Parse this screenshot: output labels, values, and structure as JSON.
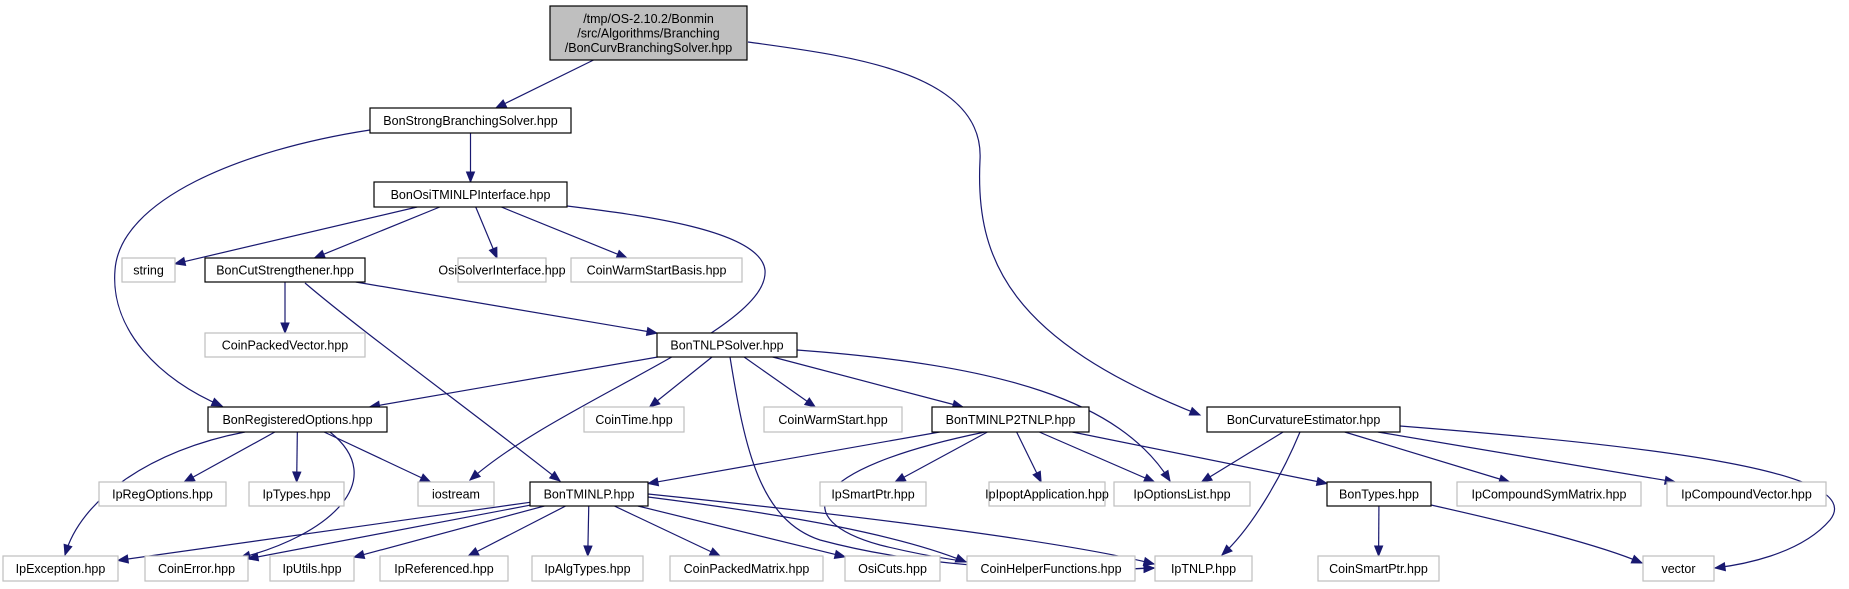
{
  "graph": {
    "colors": {
      "edge": "#191970",
      "root_fill": "#bfbfbf",
      "documented_border": "#000000",
      "external_border": "#bfbfbf"
    },
    "nodes": {
      "root": {
        "lines": [
          "/tmp/OS-2.10.2/Bonmin",
          "/src/Algorithms/Branching",
          "/BonCurvBranchingSolver.hpp"
        ],
        "kind": "root"
      },
      "strong": {
        "lines": [
          "BonStrongBranchingSolver.hpp"
        ],
        "kind": "doc"
      },
      "osi_tminlp": {
        "lines": [
          "BonOsiTMINLPInterface.hpp"
        ],
        "kind": "doc"
      },
      "string": {
        "lines": [
          "string"
        ],
        "kind": "ext"
      },
      "cut_str": {
        "lines": [
          "BonCutStrengthener.hpp"
        ],
        "kind": "doc"
      },
      "osi_solver": {
        "lines": [
          "OsiSolverInterface.hpp"
        ],
        "kind": "ext"
      },
      "cws_basis": {
        "lines": [
          "CoinWarmStartBasis.hpp"
        ],
        "kind": "ext"
      },
      "cpv": {
        "lines": [
          "CoinPackedVector.hpp"
        ],
        "kind": "ext"
      },
      "tnlp_solver": {
        "lines": [
          "BonTNLPSolver.hpp"
        ],
        "kind": "doc"
      },
      "reg_opts": {
        "lines": [
          "BonRegisteredOptions.hpp"
        ],
        "kind": "doc"
      },
      "coin_time": {
        "lines": [
          "CoinTime.hpp"
        ],
        "kind": "ext"
      },
      "cws": {
        "lines": [
          "CoinWarmStart.hpp"
        ],
        "kind": "ext"
      },
      "tminlp2tnlp": {
        "lines": [
          "BonTMINLP2TNLP.hpp"
        ],
        "kind": "doc"
      },
      "curv_est": {
        "lines": [
          "BonCurvatureEstimator.hpp"
        ],
        "kind": "doc"
      },
      "ip_reg": {
        "lines": [
          "IpRegOptions.hpp"
        ],
        "kind": "ext"
      },
      "ip_types": {
        "lines": [
          "IpTypes.hpp"
        ],
        "kind": "ext"
      },
      "iostream": {
        "lines": [
          "iostream"
        ],
        "kind": "ext"
      },
      "tminlp": {
        "lines": [
          "BonTMINLP.hpp"
        ],
        "kind": "doc"
      },
      "ip_smart": {
        "lines": [
          "IpSmartPtr.hpp"
        ],
        "kind": "ext"
      },
      "ip_ipopt": {
        "lines": [
          "IpIpoptApplication.hpp"
        ],
        "kind": "ext"
      },
      "ip_optlist": {
        "lines": [
          "IpOptionsList.hpp"
        ],
        "kind": "ext"
      },
      "bon_types": {
        "lines": [
          "BonTypes.hpp"
        ],
        "kind": "doc"
      },
      "ip_csm": {
        "lines": [
          "IpCompoundSymMatrix.hpp"
        ],
        "kind": "ext"
      },
      "ip_cv": {
        "lines": [
          "IpCompoundVector.hpp"
        ],
        "kind": "ext"
      },
      "ip_exc": {
        "lines": [
          "IpException.hpp"
        ],
        "kind": "ext"
      },
      "coin_err": {
        "lines": [
          "CoinError.hpp"
        ],
        "kind": "ext"
      },
      "ip_utils": {
        "lines": [
          "IpUtils.hpp"
        ],
        "kind": "ext"
      },
      "ip_ref": {
        "lines": [
          "IpReferenced.hpp"
        ],
        "kind": "ext"
      },
      "ip_alg": {
        "lines": [
          "IpAlgTypes.hpp"
        ],
        "kind": "ext"
      },
      "cpm": {
        "lines": [
          "CoinPackedMatrix.hpp"
        ],
        "kind": "ext"
      },
      "osi_cuts": {
        "lines": [
          "OsiCuts.hpp"
        ],
        "kind": "ext"
      },
      "chf": {
        "lines": [
          "CoinHelperFunctions.hpp"
        ],
        "kind": "ext"
      },
      "ip_tnlp": {
        "lines": [
          "IpTNLP.hpp"
        ],
        "kind": "ext"
      },
      "coin_smart": {
        "lines": [
          "CoinSmartPtr.hpp"
        ],
        "kind": "ext"
      },
      "vector": {
        "lines": [
          "vector"
        ],
        "kind": "ext"
      }
    },
    "edges": [
      [
        "root",
        "strong"
      ],
      [
        "root",
        "curv_est"
      ],
      [
        "strong",
        "osi_tminlp"
      ],
      [
        "strong",
        "reg_opts"
      ],
      [
        "osi_tminlp",
        "string"
      ],
      [
        "osi_tminlp",
        "cut_str"
      ],
      [
        "osi_tminlp",
        "osi_solver"
      ],
      [
        "osi_tminlp",
        "cws_basis"
      ],
      [
        "osi_tminlp",
        "iostream"
      ],
      [
        "cut_str",
        "cpv"
      ],
      [
        "cut_str",
        "tnlp_solver"
      ],
      [
        "cut_str",
        "tminlp"
      ],
      [
        "tnlp_solver",
        "reg_opts"
      ],
      [
        "tnlp_solver",
        "coin_time"
      ],
      [
        "tnlp_solver",
        "cws"
      ],
      [
        "tnlp_solver",
        "tminlp2tnlp"
      ],
      [
        "tnlp_solver",
        "ip_optlist"
      ],
      [
        "tnlp_solver",
        "ip_tnlp"
      ],
      [
        "reg_opts",
        "ip_reg"
      ],
      [
        "reg_opts",
        "ip_types"
      ],
      [
        "reg_opts",
        "iostream"
      ],
      [
        "reg_opts",
        "ip_exc"
      ],
      [
        "reg_opts",
        "coin_err"
      ],
      [
        "tminlp2tnlp",
        "tminlp"
      ],
      [
        "tminlp2tnlp",
        "ip_smart"
      ],
      [
        "tminlp2tnlp",
        "ip_ipopt"
      ],
      [
        "tminlp2tnlp",
        "ip_optlist"
      ],
      [
        "tminlp2tnlp",
        "bon_types"
      ],
      [
        "tminlp2tnlp",
        "ip_tnlp"
      ],
      [
        "curv_est",
        "ip_optlist"
      ],
      [
        "curv_est",
        "ip_tnlp"
      ],
      [
        "curv_est",
        "ip_csm"
      ],
      [
        "curv_est",
        "ip_cv"
      ],
      [
        "curv_est",
        "vector"
      ],
      [
        "tminlp",
        "ip_exc"
      ],
      [
        "tminlp",
        "coin_err"
      ],
      [
        "tminlp",
        "ip_utils"
      ],
      [
        "tminlp",
        "ip_ref"
      ],
      [
        "tminlp",
        "ip_alg"
      ],
      [
        "tminlp",
        "cpm"
      ],
      [
        "tminlp",
        "osi_cuts"
      ],
      [
        "tminlp",
        "chf"
      ],
      [
        "tminlp",
        "ip_tnlp"
      ],
      [
        "bon_types",
        "coin_smart"
      ],
      [
        "bon_types",
        "vector"
      ]
    ]
  }
}
